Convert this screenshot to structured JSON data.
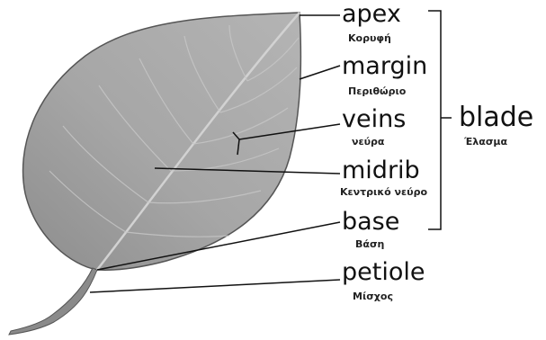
{
  "labels": {
    "apex": {
      "en": "apex",
      "gr": "Κορυφή"
    },
    "margin": {
      "en": "margin",
      "gr": "Περιθώριο"
    },
    "veins": {
      "en": "veins",
      "gr": "νεύρα"
    },
    "midrib": {
      "en": "midrib",
      "gr": "Κεντρικό νεύρο"
    },
    "base": {
      "en": "base",
      "gr": "Βάση"
    },
    "petiole": {
      "en": "petiole",
      "gr": "Μίσχος"
    },
    "blade": {
      "en": "blade",
      "gr": "Έλασμα"
    }
  },
  "colors": {
    "leaf_light": "#b9b9b9",
    "leaf_mid": "#9a9a9a",
    "leaf_dark": "#6e6e6e",
    "line": "#111111"
  }
}
